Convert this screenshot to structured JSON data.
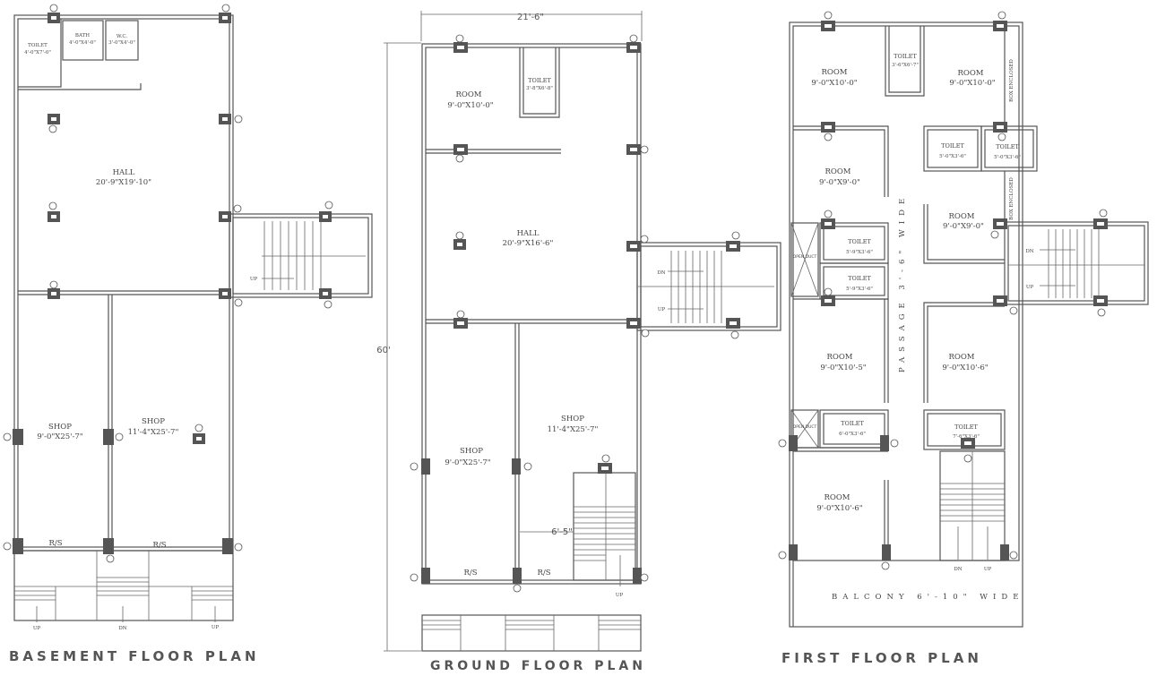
{
  "titles": {
    "basement": "BASEMENT FLOOR PLAN",
    "ground": "GROUND FLOOR PLAN",
    "first": "FIRST FLOOR PLAN"
  },
  "dimensions": {
    "width": "21'-6\"",
    "depth": "60'",
    "shutter": "6'-5\""
  },
  "basement": {
    "toilet": {
      "name": "TOILET",
      "size": "4'-0\"X7'-0\""
    },
    "bath": {
      "name": "BATH",
      "size": "4'-0\"X4'-0\""
    },
    "wc": {
      "name": "W.C.",
      "size": "3'-0\"X4'-0\""
    },
    "hall": {
      "name": "HALL",
      "size": "20'-9\"X19'-10\""
    },
    "shop1": {
      "name": "SHOP",
      "size": "9'-0\"X25'-7\""
    },
    "shop2": {
      "name": "SHOP",
      "size": "11'-4\"X25'-7\""
    },
    "rs1": "R/S",
    "rs2": "R/S",
    "up_stair": "UP",
    "up1": "UP",
    "dn": "DN",
    "up2": "UP"
  },
  "ground": {
    "room": {
      "name": "ROOM",
      "size": "9'-0\"X10'-0\""
    },
    "toilet": {
      "name": "TOILET",
      "size": "3'-8\"X6'-8\""
    },
    "hall": {
      "name": "HALL",
      "size": "20'-9\"X16'-6\""
    },
    "shop1": {
      "name": "SHOP",
      "size": "9'-0\"X25'-7\""
    },
    "shop2": {
      "name": "SHOP",
      "size": "11'-4\"X25'-7\""
    },
    "rs1": "R/S",
    "rs2": "R/S",
    "dn_stair": "DN",
    "up_stair": "UP",
    "up_inner": "UP"
  },
  "first": {
    "room1": {
      "name": "ROOM",
      "size": "9'-0\"X10'-0\""
    },
    "toilet1": {
      "name": "TOILET",
      "size": "3'-6\"X6'-7\""
    },
    "room2": {
      "name": "ROOM",
      "size": "9'-0\"X10'-0\""
    },
    "box1": "BOX ENCLOSED",
    "room3": {
      "name": "ROOM",
      "size": "9'-0\"X9'-0\""
    },
    "toilet2": {
      "name": "TOILET",
      "size": "5'-0\"X3'-6\""
    },
    "toilet3": {
      "name": "TOILET",
      "size": "5'-0\"X3'-6\""
    },
    "box2": "BOX ENCLOSED",
    "room4": {
      "name": "ROOM",
      "size": "9'-0\"X9'-0\""
    },
    "opening1": "OPEN DUCT",
    "toilet4": {
      "name": "TOILET",
      "size": "5'-9\"X3'-6\""
    },
    "toilet5": {
      "name": "TOILET",
      "size": "5'-9\"X3'-6\""
    },
    "passage": "PASSAGE 3'-6\" WIDE",
    "room5": {
      "name": "ROOM",
      "size": "9'-0\"X10'-5\""
    },
    "room6": {
      "name": "ROOM",
      "size": "9'-0\"X10'-6\""
    },
    "opening2": "OPEN DUCT",
    "toilet6": {
      "name": "TOILET",
      "size": "6'-0\"X3'-6\""
    },
    "toilet7": {
      "name": "TOILET",
      "size": "7'-6\"X3'-6\""
    },
    "room7": {
      "name": "ROOM",
      "size": "9'-0\"X10'-6\""
    },
    "balcony": "BALCONY 6'-10\" WIDE",
    "dn_stair": "DN",
    "up_stair": "UP",
    "dn_inner": "DN",
    "up_inner": "UP"
  },
  "colors": {
    "line": "#555555",
    "background": "#ffffff"
  }
}
